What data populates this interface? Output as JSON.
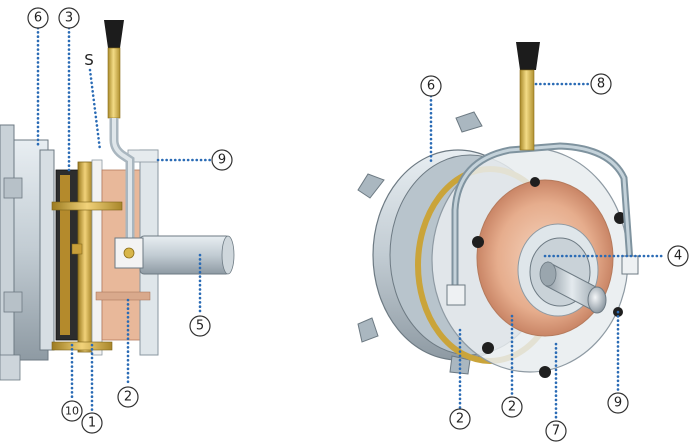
{
  "callouts": {
    "left_6": "6",
    "left_3": "3",
    "left_s": "S",
    "left_9": "9",
    "left_5": "5",
    "left_2": "2",
    "left_10": "10",
    "left_1": "1",
    "right_8": "8",
    "right_6": "6",
    "right_4": "4",
    "right_2a": "2",
    "right_2b": "2",
    "right_7": "7",
    "right_9": "9"
  },
  "colors": {
    "leader": "#2a6bb5",
    "brass": "#c9a53a",
    "copper": "#e2a98a",
    "steel": "#c9d3da",
    "frame": "#9fb0bd",
    "handle_grip": "#222222",
    "handle_rod": "#d8b64a"
  }
}
